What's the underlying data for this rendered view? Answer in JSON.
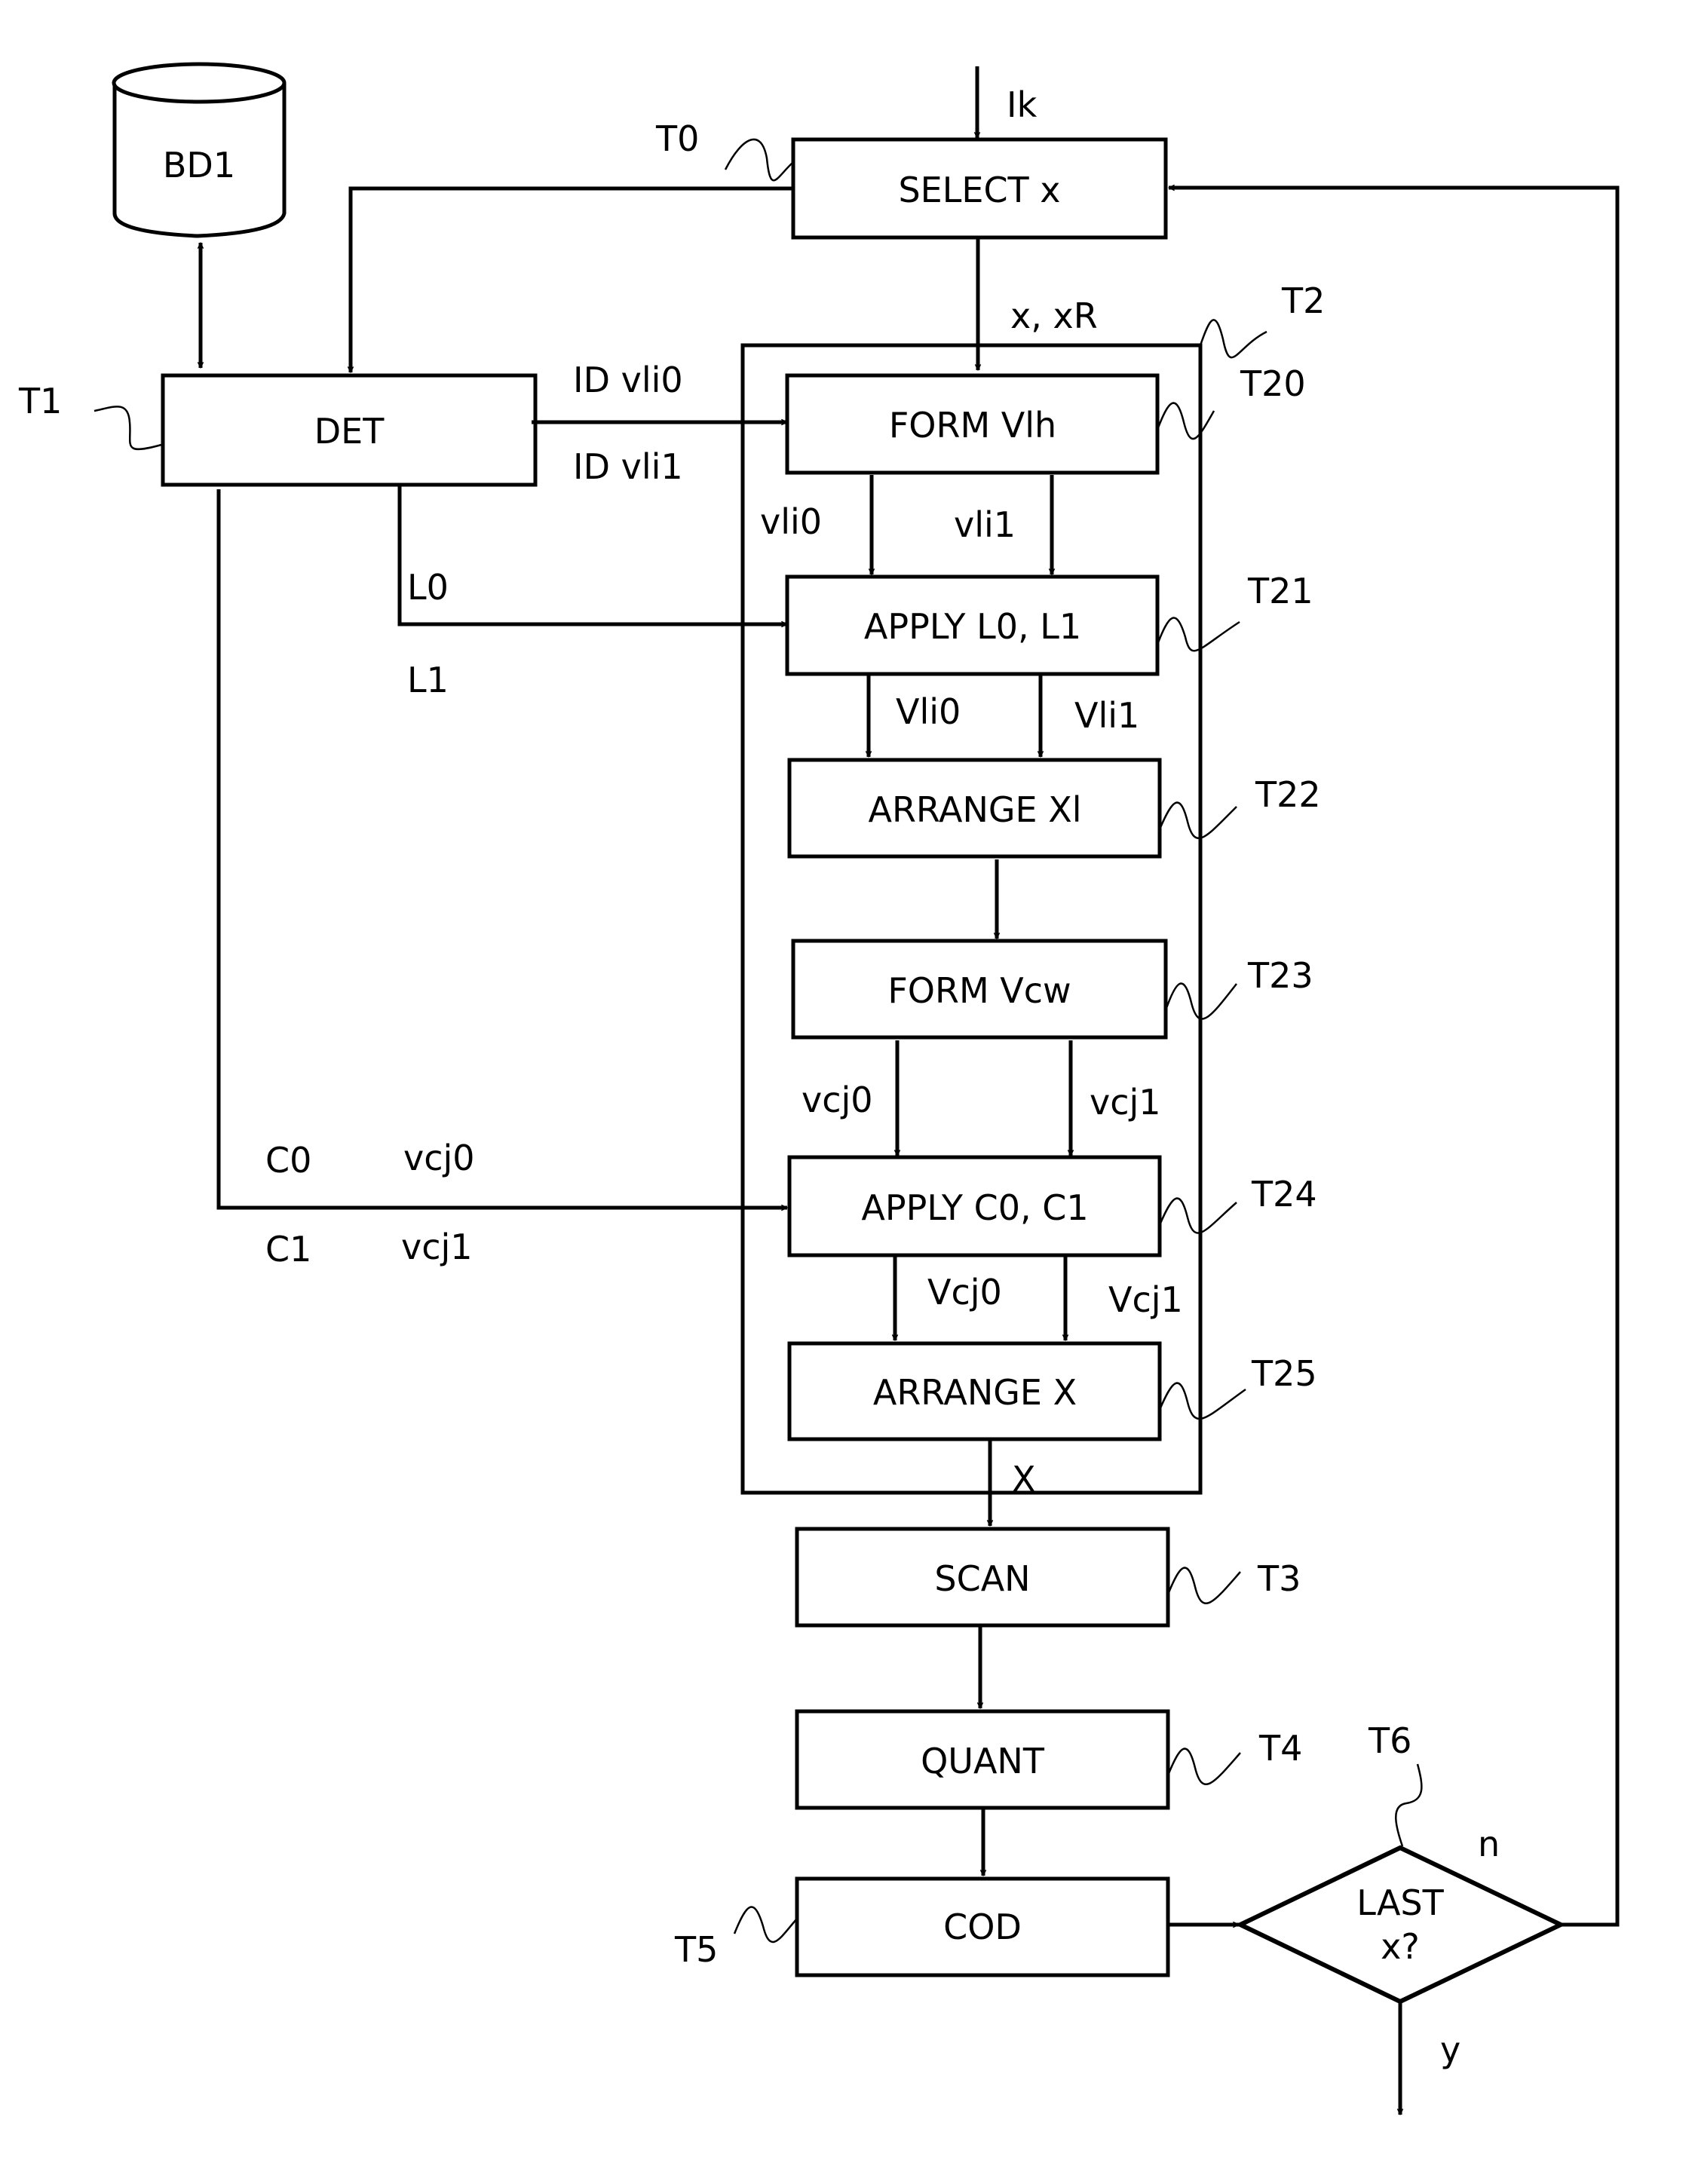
{
  "diagram": {
    "database": {
      "label": "BD1"
    },
    "steps": {
      "select": {
        "label": "SELECT x",
        "ref": "T0"
      },
      "det": {
        "label": "DET",
        "ref": "T1"
      },
      "group": {
        "ref": "T2"
      },
      "form_vlh": {
        "label": "FORM Vlh",
        "ref": "T20"
      },
      "apply_l": {
        "label": "APPLY L0, L1",
        "ref": "T21"
      },
      "arrange_xl": {
        "label": "ARRANGE Xl",
        "ref": "T22"
      },
      "form_vcw": {
        "label": "FORM Vcw",
        "ref": "T23"
      },
      "apply_c": {
        "label": "APPLY C0, C1",
        "ref": "T24"
      },
      "arrange_x": {
        "label": "ARRANGE X",
        "ref": "T25"
      },
      "scan": {
        "label": "SCAN",
        "ref": "T3"
      },
      "quant": {
        "label": "QUANT",
        "ref": "T4"
      },
      "cod": {
        "label": "COD",
        "ref": "T5"
      },
      "last": {
        "label_line1": "LAST",
        "label_line2": "x?",
        "ref": "T6"
      }
    },
    "edge_labels": {
      "input": "Ik",
      "x_xr": "x, xR",
      "id_vli0": "ID vli0",
      "id_vli1": "ID vli1",
      "vli0": "vli0",
      "vli1": "vli1",
      "l0": "L0",
      "l1": "L1",
      "Vli0": "Vli0",
      "Vli1": "Vli1",
      "vcj0": "vcj0",
      "vcj1": "vcj1",
      "c0": "C0",
      "c1": "C1",
      "left_vcj0": "vcj0",
      "left_vcj1": "vcj1",
      "Vcj0": "Vcj0",
      "Vcj1": "Vcj1",
      "X": "X",
      "no": "n",
      "yes": "y"
    }
  }
}
